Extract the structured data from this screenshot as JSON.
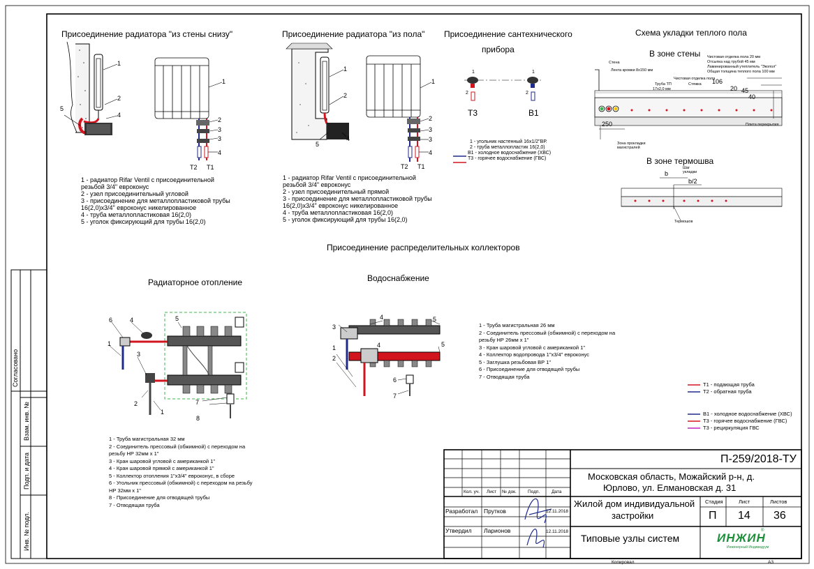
{
  "sections": {
    "rad_wall_title": "Присоединение радиатора \"из стены снизу\"",
    "rad_floor_title": "Присоединение радиатора \"из пола\"",
    "sanitary_title_1": "Присоединение сантехнического",
    "sanitary_title_2": "прибора",
    "floor_title": "Схема укладки теплого пола",
    "floor_wall_zone": "В зоне стены",
    "floor_convector_zone": "В зоне термошва",
    "collectors_title": "Присоединение распределительных коллекторов",
    "radiator_heating": "Радиаторное отопление",
    "water_supply": "Водоснабжение"
  },
  "rad_wall_list": [
    "1 - радиатор Rifar Ventil  с присоединительной",
    "резьбой 3/4\" евроконус",
    "2 - узел присоединительный угловой",
    "3 - присоединение для металлопластиковой трубы",
    "16(2,0)х3/4\" евроконус никелированное",
    "4 - труба металлопластиковая 16(2,0)",
    "5 - уголок фиксирующий для трубы 16(2,0)"
  ],
  "rad_floor_list": [
    "1 - радиатор Rifar Ventil  с присоединительной",
    "резьбой 3/4\" евроконус",
    "2 - узел присоединительный прямой",
    "3 - присоединение для металлопластиковой трубы",
    "16(2,0)х3/4\" евроконус никелированное",
    "4 - труба металлопластиковая 16(2,0)",
    "5 - уголок фиксирующий для трубы 16(2,0)"
  ],
  "sanitary_list": [
    "1 - угольник настенный 16х1/2\"ВР.",
    "2 - труба металлопластик 16(2,0)",
    "В1 - холодное водоснабжение (ХВС)",
    "Т3 - горячее водоснабжение (ГВС)"
  ],
  "sanitary_labels": {
    "t3": "Т3",
    "b1": "В1"
  },
  "rad_labels": {
    "t2": "Т2",
    "t1": "Т1"
  },
  "floor_notes": [
    "Чистовая отделка пола  20 мм",
    "Отсыпка над трубой  45 мм",
    "Ламинированный утеплитель \"Экопол\"",
    "Общая толщина теплого пола  100 мм"
  ],
  "floor_small": {
    "wall": "Стена",
    "tape": "Лента кромки 8х150 мм",
    "finish": "Чистовая отделка пола",
    "pipe": "Труба ТП",
    "pipe_size": "17х2,0 мм",
    "screed": "Стяжка",
    "slab": "Плита перекрытия",
    "zone": "Зона прокладки магистралей",
    "d106": "106",
    "d20": "20",
    "d45": "45",
    "d40": "40",
    "d250": "250",
    "b": "b",
    "b2": "b/2",
    "step": "Шаг укладки",
    "thermo": "Термошов"
  },
  "heating_list": [
    "1 - Труба магистральная 32 мм",
    "2 - Соединитель прессовый (обжимной)  с переходом на",
    "резьбу НР 32мм х 1\"",
    "3 - Кран шаровой угловой с американкой 1\"",
    "4 - Кран шаровой прямой с американкой 1\"",
    "5 - Коллектор отопления 1\"х3/4\" евроконус, в сборе",
    "6 - Угольник  прессовый (обжимной)  с переходом на резьбу",
    "НР 32мм х 1\"",
    "8 - Присоединение для отводящей трубы",
    "7 - Отводящая труба"
  ],
  "water_list": [
    "1 - Труба магистральная 26 мм",
    "2 - Соединитель прессовый (обжимной)  с переходом на",
    "резьбу НР 26мм х 1\"",
    "3 - Кран шаровой угловой с американкой 1\"",
    "4 - Коллектор водопровода 1\"х3/4\" евроконус",
    "5 - Заглушка резьбовая ВР 1\"",
    "6 - Присоединение для отводящей трубы",
    "7 - Отводящая труба"
  ],
  "legend_heating": [
    {
      "code": "Т1 - подающая труба",
      "color": "#d2141e"
    },
    {
      "code": "Т2 - обратная труба",
      "color": "#1e2a8c"
    }
  ],
  "legend_water": [
    {
      "code": "В1 - холодное водоснабжение (ХВС)",
      "color": "#1e2a8c"
    },
    {
      "code": "Т3 - горячее водоснабжение (ГВС)",
      "color": "#d2141e"
    },
    {
      "code": "Т3 - рециркуляция ГВС",
      "color": "#c020c0"
    }
  ],
  "stamp": {
    "code": "П-259/2018-ТУ",
    "address_1": "Московская область, Можайский р-н, д.",
    "address_2": "Юрлово, ул. Елмановская д. 31",
    "object_1": "Жилой дом индивидуальной",
    "object_2": "застройки",
    "sheet_title": "Типовые узлы систем",
    "h_stage": "Стадия",
    "h_sheet": "Лист",
    "h_sheets": "Листов",
    "stage": "П",
    "sheet": "14",
    "sheets": "36",
    "col_izm": "Кол. уч.",
    "col_list": "Лист",
    "col_doc": "№ док.",
    "col_sign": "Подп.",
    "col_date": "Дата",
    "role_dev": "Разработал",
    "name_dev": "Прутков",
    "date_dev": "12.11.2018",
    "role_appr": "Утвердил",
    "name_appr": "Ларионов",
    "date_appr": "12.11.2018",
    "logo": "ИНЖИН",
    "logo_sub": "Инженерный Индивидуум",
    "copied": "Копировал",
    "format": "А3"
  },
  "side_stamp": {
    "agreed": "Согласовано",
    "inv_replace": "Взам. инв. №",
    "sign_date": "Подп. и дата",
    "inv_orig": "Инв. № подл."
  },
  "colors": {
    "supply": "#d2141e",
    "return": "#1e2a8c",
    "recirc": "#c020c0",
    "frame": "#000000",
    "logo": "#1d8f3a",
    "dashed_box": "#3cb44b"
  }
}
